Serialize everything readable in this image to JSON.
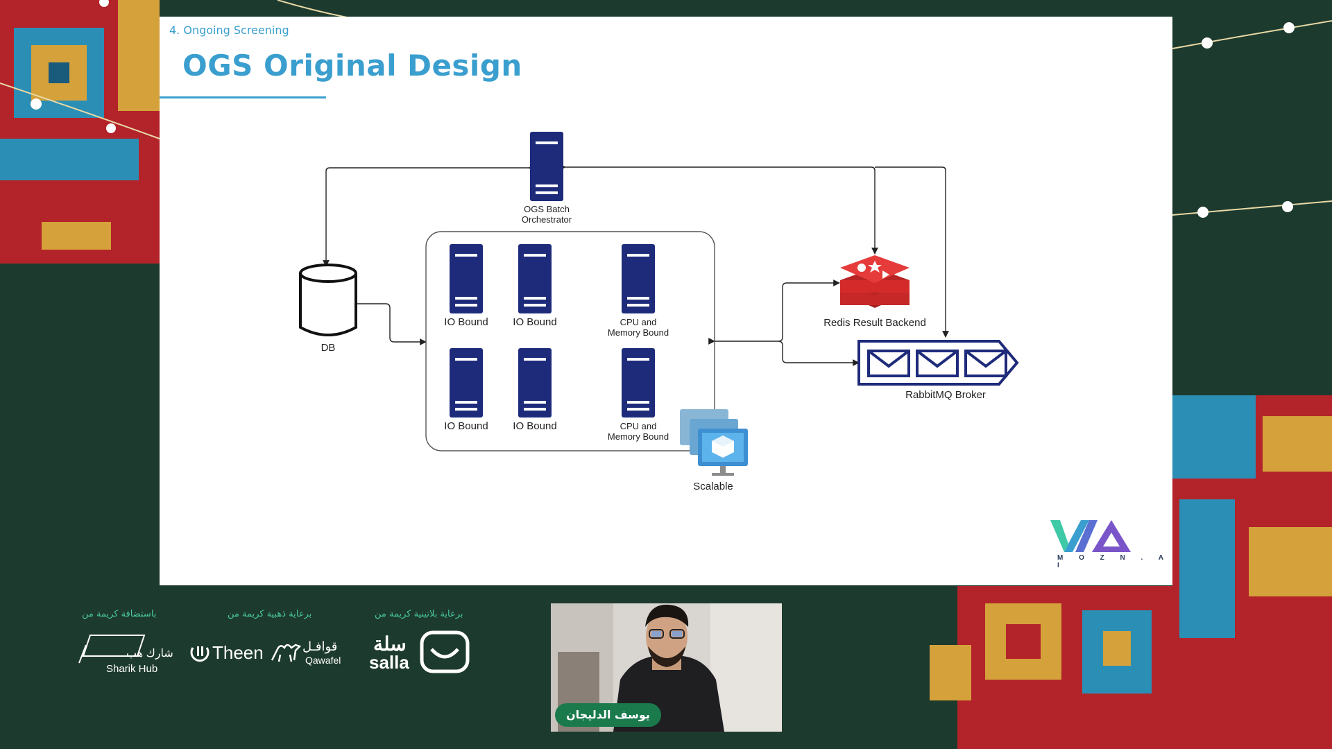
{
  "slide": {
    "breadcrumb": "4.  Ongoing Screening",
    "title": "OGS Original Design"
  },
  "diagram": {
    "orchestrator_label_line1": "OGS Batch",
    "orchestrator_label_line2": "Orchestrator",
    "db_label": "DB",
    "worker_io_1": "IO Bound",
    "worker_io_2": "IO Bound",
    "worker_io_3": "IO Bound",
    "worker_io_4": "IO Bound",
    "worker_cpu_1_line1": "CPU and",
    "worker_cpu_1_line2": "Memory Bound",
    "worker_cpu_2_line1": "CPU and",
    "worker_cpu_2_line2": "Memory Bound",
    "scalable_label": "Scalable",
    "redis_label": "Redis Result Backend",
    "rabbitmq_label": "RabbitMQ Broker"
  },
  "logo": {
    "mozn_text": "M O Z N . A I"
  },
  "sponsors": {
    "host_caption": "باستضافة كريمة من",
    "gold_caption": "برعاية ذهبية كريمة من",
    "platinum_caption": "برعاية بلاتينية كريمة من",
    "sharik_ar": "شارك هب",
    "sharik_en": "Sharik Hub",
    "theen": "Theen",
    "qawafel_ar": "قوافـل",
    "qawafel_en": "Qawafel",
    "salla_ar": "سلة",
    "salla_en": "salla"
  },
  "webcam": {
    "speaker_name": "يوسف الدليجان"
  },
  "colors": {
    "accent": "#3a9fcf",
    "server": "#1e2b7a",
    "redis": "#d42a2a",
    "rabbit": "#1e2b7a",
    "background": "#1d3a2e",
    "name_tag": "#1a7a4c"
  }
}
